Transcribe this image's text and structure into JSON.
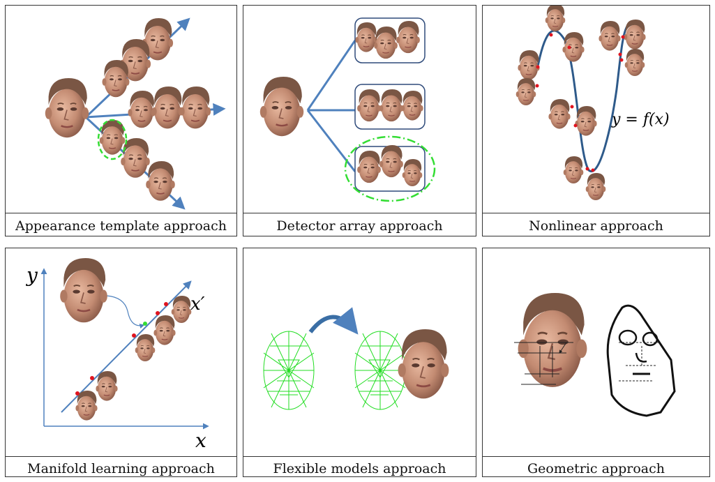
{
  "panels": {
    "appearance": {
      "caption": "Appearance template approach"
    },
    "detector": {
      "caption": "Detector array approach"
    },
    "nonlinear": {
      "caption": "Nonlinear  approach",
      "equation": "y = f(x)"
    },
    "manifold": {
      "caption": "Manifold learning  approach",
      "y_axis": "y",
      "x_axis": "x",
      "manifold_axis": "x′"
    },
    "flexible": {
      "caption": "Flexible models approach"
    },
    "geometric": {
      "caption": "Geometric approach"
    }
  },
  "colors": {
    "arrow": "#4f81bd",
    "curve": "#2e5a8a",
    "highlight": "#33dd33",
    "marker": "#e0141e",
    "mesh": "#22dd22",
    "skin": "#c89078",
    "hair": "#6a4a3a"
  }
}
